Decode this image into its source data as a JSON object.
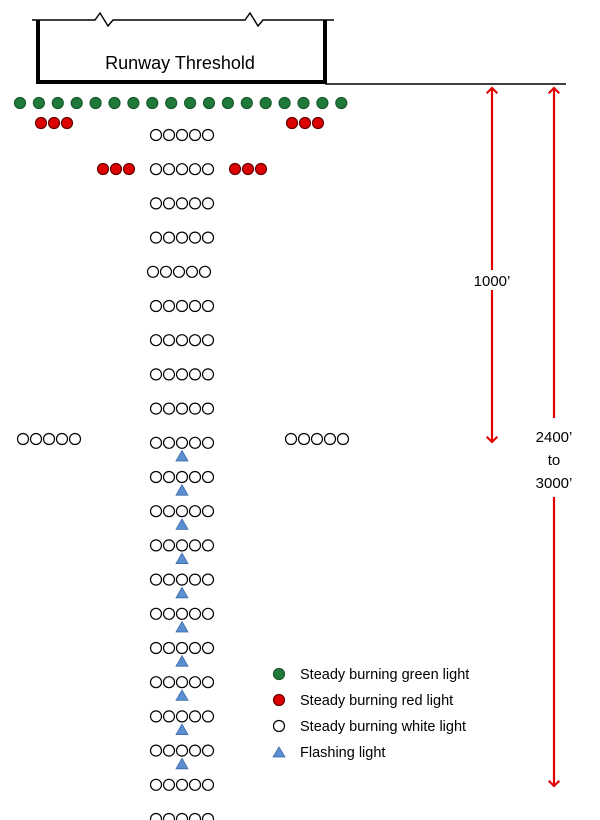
{
  "threshold_label": "Runway Threshold",
  "dimensions": {
    "short": "1000’",
    "long_line1": "2400’",
    "long_line2": "to",
    "long_line3": "3000’"
  },
  "legend": [
    {
      "kind": "green",
      "label": "Steady burning green light"
    },
    {
      "kind": "red",
      "label": "Steady burning red light"
    },
    {
      "kind": "white",
      "label": "Steady burning white light"
    },
    {
      "kind": "flash",
      "label": "Flashing light"
    }
  ],
  "colors": {
    "green": "#1f7a3a",
    "red": "#dd0000",
    "white": "#ffffff",
    "flash": "#5b8fd0",
    "arrow": "#e00000",
    "line": "#000000"
  },
  "lights": {
    "threshold_green_count": 18,
    "red_bar_count": 3,
    "white_bar_count": 5,
    "centerline_bar_count": 21,
    "flashing_light_count": 10
  }
}
